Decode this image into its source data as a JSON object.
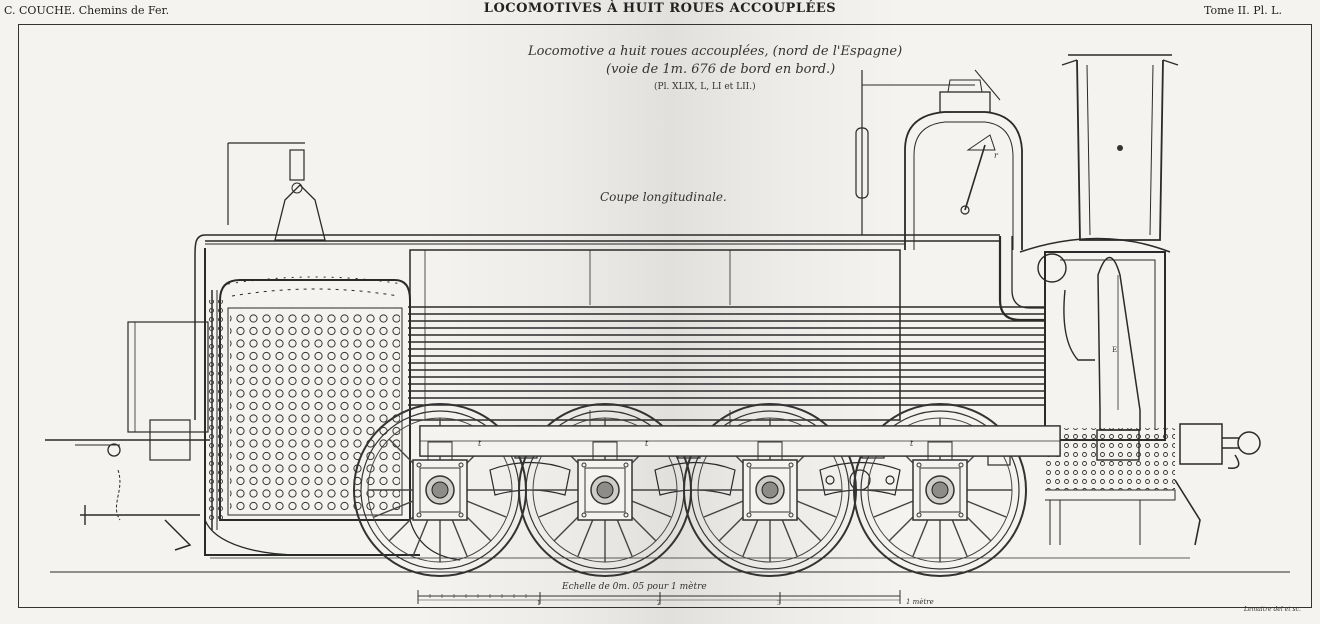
{
  "header": {
    "left": "C. COUCHE. Chemins de Fer.",
    "center": "LOCOMOTIVES À HUIT ROUES ACCOUPLÉES",
    "right": "Tome II.   Pl. L."
  },
  "captions": {
    "title": "Locomotive a huit roues accouplées, (nord de l'Espagne)",
    "subtitle": "(voie de 1m. 676 de bord en bord.)",
    "plate_refs": "(Pl. XLIX, L, LI et LII.)",
    "section": "Coupe longitudinale.",
    "scale": "Echelle  de  0m. 05  pour  1  mètre",
    "scale_unit": "1 mètre",
    "signature": "Lemaitre del et sc."
  },
  "drawing": {
    "label_smokebox": "E",
    "label_tube": "t",
    "label_valve": "r",
    "scale_marks": [
      "1",
      "2",
      "3"
    ]
  },
  "colors": {
    "ink": "#2a2a2a",
    "paper": "#f4f3ef"
  }
}
